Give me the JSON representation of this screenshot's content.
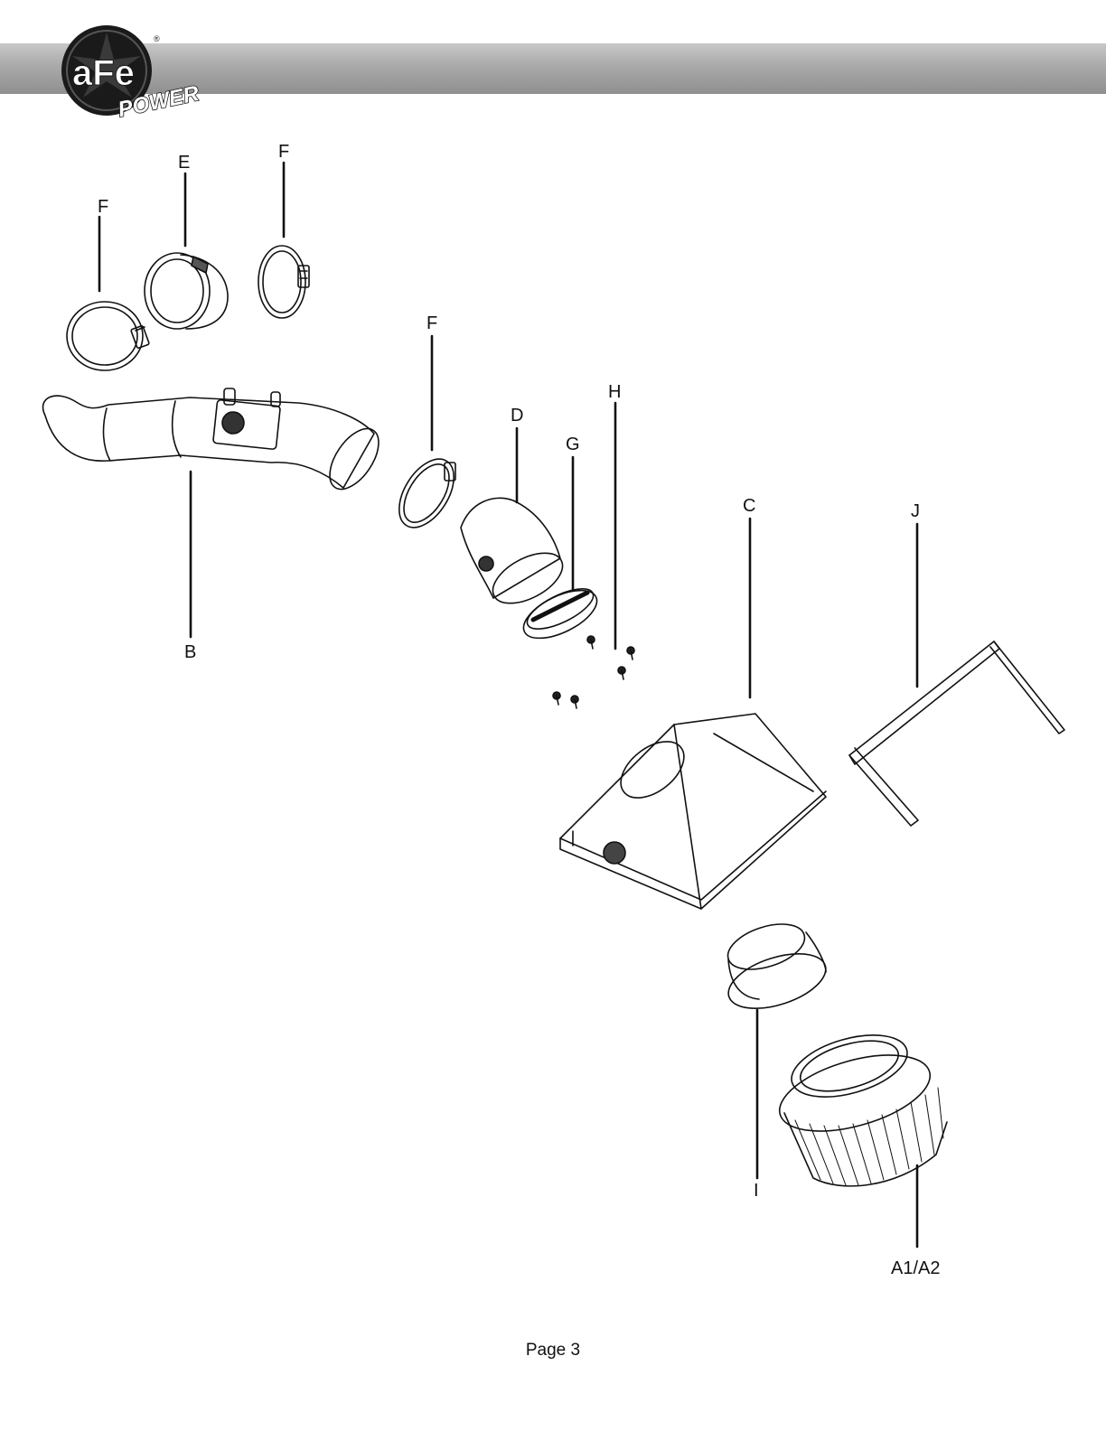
{
  "header": {
    "logo_top": "aFe",
    "logo_bottom": "POWER",
    "registered": "®"
  },
  "colors": {
    "header_light": "#c8c8c8",
    "header_dark": "#8f8f8f",
    "logo_fill": "#1a1a1a",
    "line": "#111111"
  },
  "labels": {
    "f1": "F",
    "e": "E",
    "f2": "F",
    "f3": "F",
    "b": "B",
    "d": "D",
    "h": "H",
    "g": "G",
    "c": "C",
    "j": "J",
    "i": "I",
    "a": "A1/A2"
  },
  "footer": {
    "page": "Page 3"
  }
}
